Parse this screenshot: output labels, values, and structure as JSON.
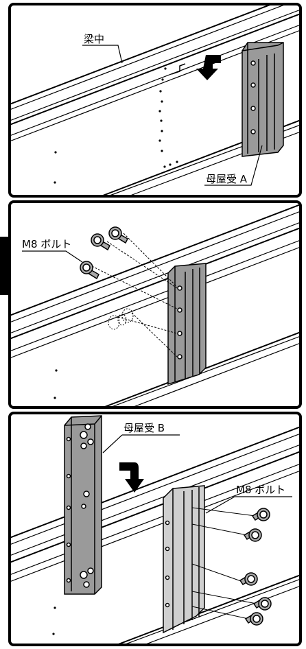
{
  "panel1": {
    "beam_label": "梁中",
    "bracket_label": "母屋受 A"
  },
  "panel2": {
    "bolt_label": "M8 ボルト"
  },
  "panel3": {
    "bracket_label": "母屋受 B",
    "bolt_label": "M8 ボルト"
  },
  "colors": {
    "bracket_dark": "#9a9a9a",
    "bracket_light": "#cfcfcf",
    "ink": "#000000",
    "bolt_fill": "#a8a8a8"
  }
}
